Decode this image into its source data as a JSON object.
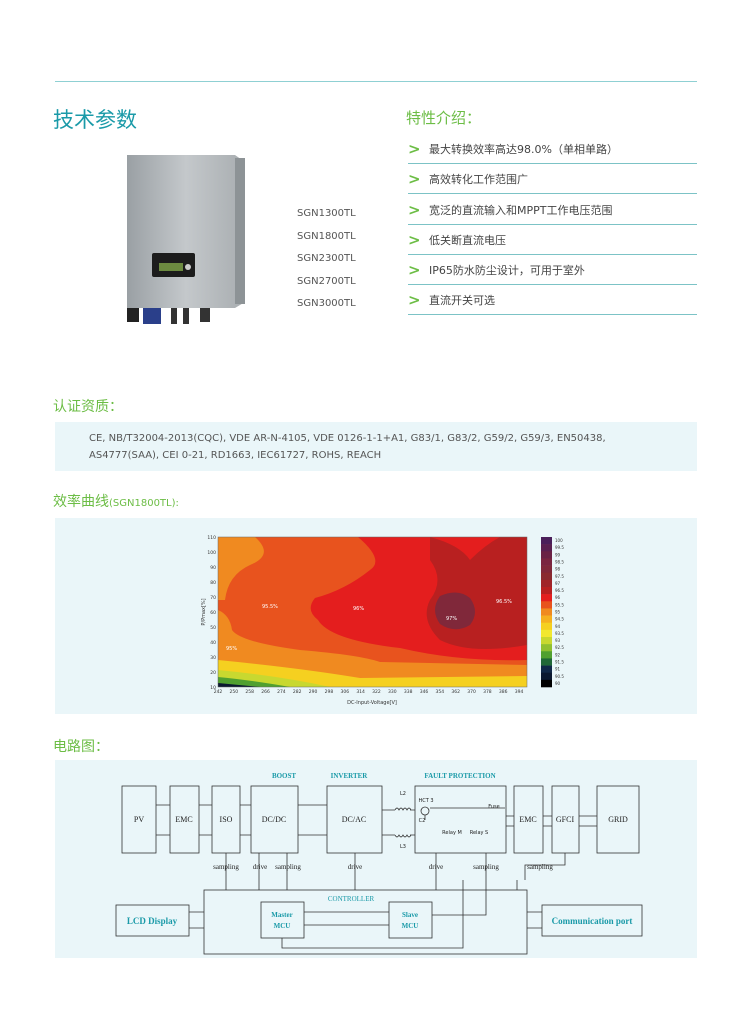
{
  "header": {
    "title": "技术参数"
  },
  "models": [
    "SGN1300TL",
    "SGN1800TL",
    "SGN2300TL",
    "SGN2700TL",
    "SGN3000TL"
  ],
  "features": {
    "title": "特性介绍：",
    "items": [
      "最大转换效率高达98.0%（单相单路）",
      "高效转化工作范围广",
      "宽泛的直流输入和MPPT工作电压范围",
      "低关断直流电压",
      "IP65防水防尘设计，可用于室外",
      "直流开关可选"
    ],
    "arrow": ">"
  },
  "certification": {
    "title": "认证资质：",
    "text": "CE, NB/T32004-2013(CQC), VDE AR-N-4105, VDE 0126-1-1+A1, G83/1, G83/2, G59/2, G59/3, EN50438, AS4777(SAA), CEI 0-21, RD1663, IEC61727, ROHS, REACH"
  },
  "efficiency": {
    "title": "效率曲线",
    "subtitle": "(SGN1800TL):"
  },
  "chart_data": {
    "type": "heatmap",
    "xlabel": "DC-Input-Voltage[V]",
    "ylabel": "P/Pmax[%]",
    "x_ticks": [
      "242",
      "250",
      "258",
      "266",
      "274",
      "282",
      "290",
      "298",
      "306",
      "314",
      "322",
      "330",
      "338",
      "346",
      "354",
      "362",
      "370",
      "378",
      "386",
      "394"
    ],
    "y_ticks": [
      "110",
      "100",
      "90",
      "80",
      "70",
      "60",
      "50",
      "40",
      "30",
      "20",
      "10"
    ],
    "ylim": [
      10,
      110
    ],
    "annotations": [
      "95.5%",
      "96%",
      "97%",
      "96.5%",
      "95%"
    ],
    "colorbar": [
      "100",
      "99.5",
      "99",
      "98.5",
      "98",
      "97.5",
      "97",
      "96.5",
      "96",
      "95.5",
      "95",
      "94.5",
      "94",
      "93.5",
      "93",
      "92.5",
      "92",
      "91.5",
      "91",
      "90.5",
      "90"
    ],
    "colorbar_colors": [
      "#4a1f5a",
      "#5a2050",
      "#6a2245",
      "#7a2540",
      "#80283a",
      "#8a2a30",
      "#a02428",
      "#b82020",
      "#e41e1e",
      "#e8531e",
      "#f08a20",
      "#f5b020",
      "#f5d020",
      "#f2e830",
      "#c8d830",
      "#90c030",
      "#50a030",
      "#206838",
      "#102848",
      "#0a1830",
      "#000000"
    ]
  },
  "circuit": {
    "title": "电路图：",
    "labels": {
      "boost": "BOOST",
      "inverter": "INVERTER",
      "fault": "FAULT   PROTECTION",
      "controller": "CONTROLLER"
    },
    "blocks": {
      "pv": "PV",
      "emc1": "EMC",
      "iso": "ISO",
      "dcdc": "DC/DC",
      "dcac": "DC/AC",
      "emc2": "EMC",
      "gfci": "GFCI",
      "grid": "GRID",
      "lcd": "LCD Display",
      "comm": "Communication port",
      "master1": "Master",
      "master2": "MCU",
      "slave1": "Slave",
      "slave2": "MCU"
    },
    "small": {
      "l2": "L2",
      "l3": "L3",
      "hct": "HCT 3",
      "c2": "C2",
      "fuse": "Fuse",
      "relaym": "Relay M",
      "relays": "Relay S"
    },
    "signals": {
      "s1": "sampling",
      "d1": "drive",
      "s2": "sampling",
      "d2": "drive",
      "d3": "drive",
      "s3": "sampling",
      "s4": "sampling"
    }
  }
}
